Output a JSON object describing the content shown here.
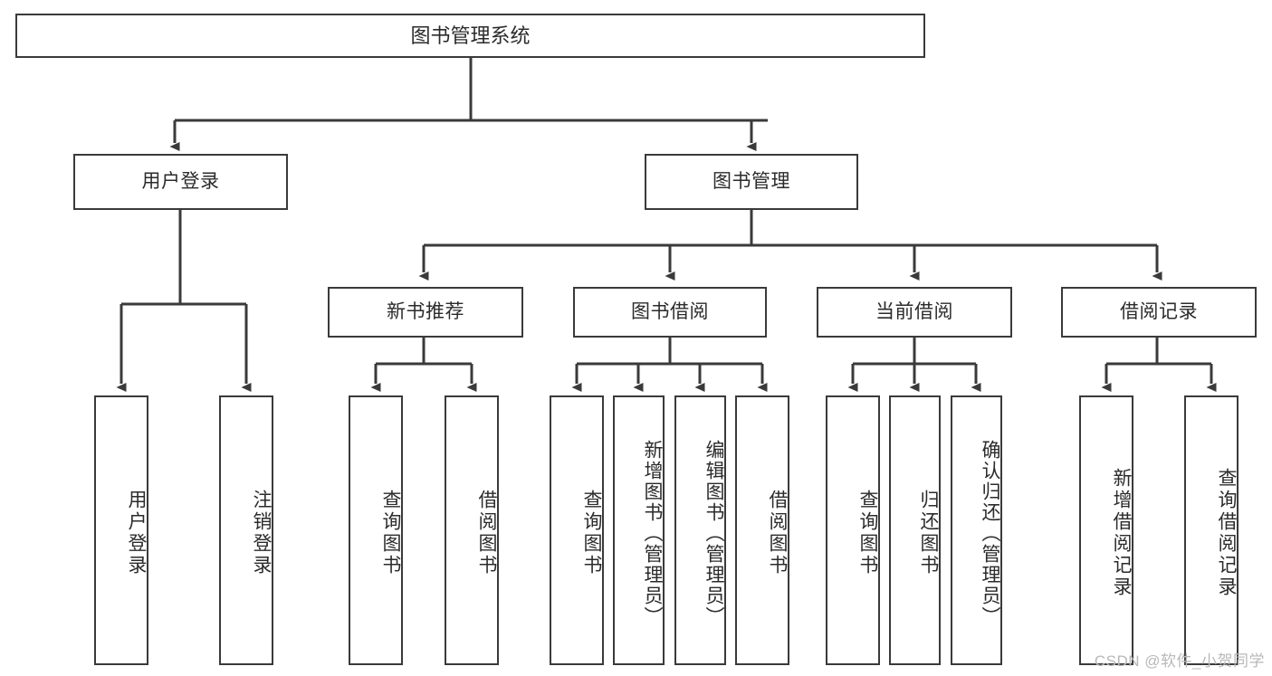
{
  "diagram": {
    "type": "tree-hierarchy",
    "title": "图书管理系统",
    "root": {
      "id": "root",
      "label": "图书管理系统"
    },
    "level1": [
      {
        "id": "user-login",
        "label": "用户登录"
      },
      {
        "id": "book-manage",
        "label": "图书管理"
      }
    ],
    "level2": [
      {
        "id": "new-book-rec",
        "label": "新书推荐",
        "parent": "book-manage"
      },
      {
        "id": "book-borrow",
        "label": "图书借阅",
        "parent": "book-manage"
      },
      {
        "id": "current-borrow",
        "label": "当前借阅",
        "parent": "book-manage"
      },
      {
        "id": "borrow-record",
        "label": "借阅记录",
        "parent": "book-manage"
      }
    ],
    "leaves": {
      "user-login": [
        {
          "id": "leaf-user-login",
          "label": "用户登录"
        },
        {
          "id": "leaf-logout",
          "label": "注销登录"
        }
      ],
      "new-book-rec": [
        {
          "id": "leaf-query-book-1",
          "label": "查询图书"
        },
        {
          "id": "leaf-borrow-book-1",
          "label": "借阅图书"
        }
      ],
      "book-borrow": [
        {
          "id": "leaf-query-book-2",
          "label": "查询图书"
        },
        {
          "id": "leaf-add-book",
          "label": "新增图书（管理员）"
        },
        {
          "id": "leaf-edit-book",
          "label": "编辑图书（管理员）"
        },
        {
          "id": "leaf-borrow-book-2",
          "label": "借阅图书"
        }
      ],
      "current-borrow": [
        {
          "id": "leaf-query-book-3",
          "label": "查询图书"
        },
        {
          "id": "leaf-return-book",
          "label": "归还图书"
        },
        {
          "id": "leaf-confirm-return",
          "label": "确认归还（管理员）"
        }
      ],
      "borrow-record": [
        {
          "id": "leaf-add-record",
          "label": "新增借阅记录"
        },
        {
          "id": "leaf-query-record",
          "label": "查询借阅记录"
        }
      ]
    },
    "watermark": "CSDN @软件_小贺同学",
    "colors": {
      "stroke": "#3a3a3a",
      "text": "#2b2b2b",
      "background": "#ffffff",
      "watermark": "#b8b8b8"
    }
  }
}
